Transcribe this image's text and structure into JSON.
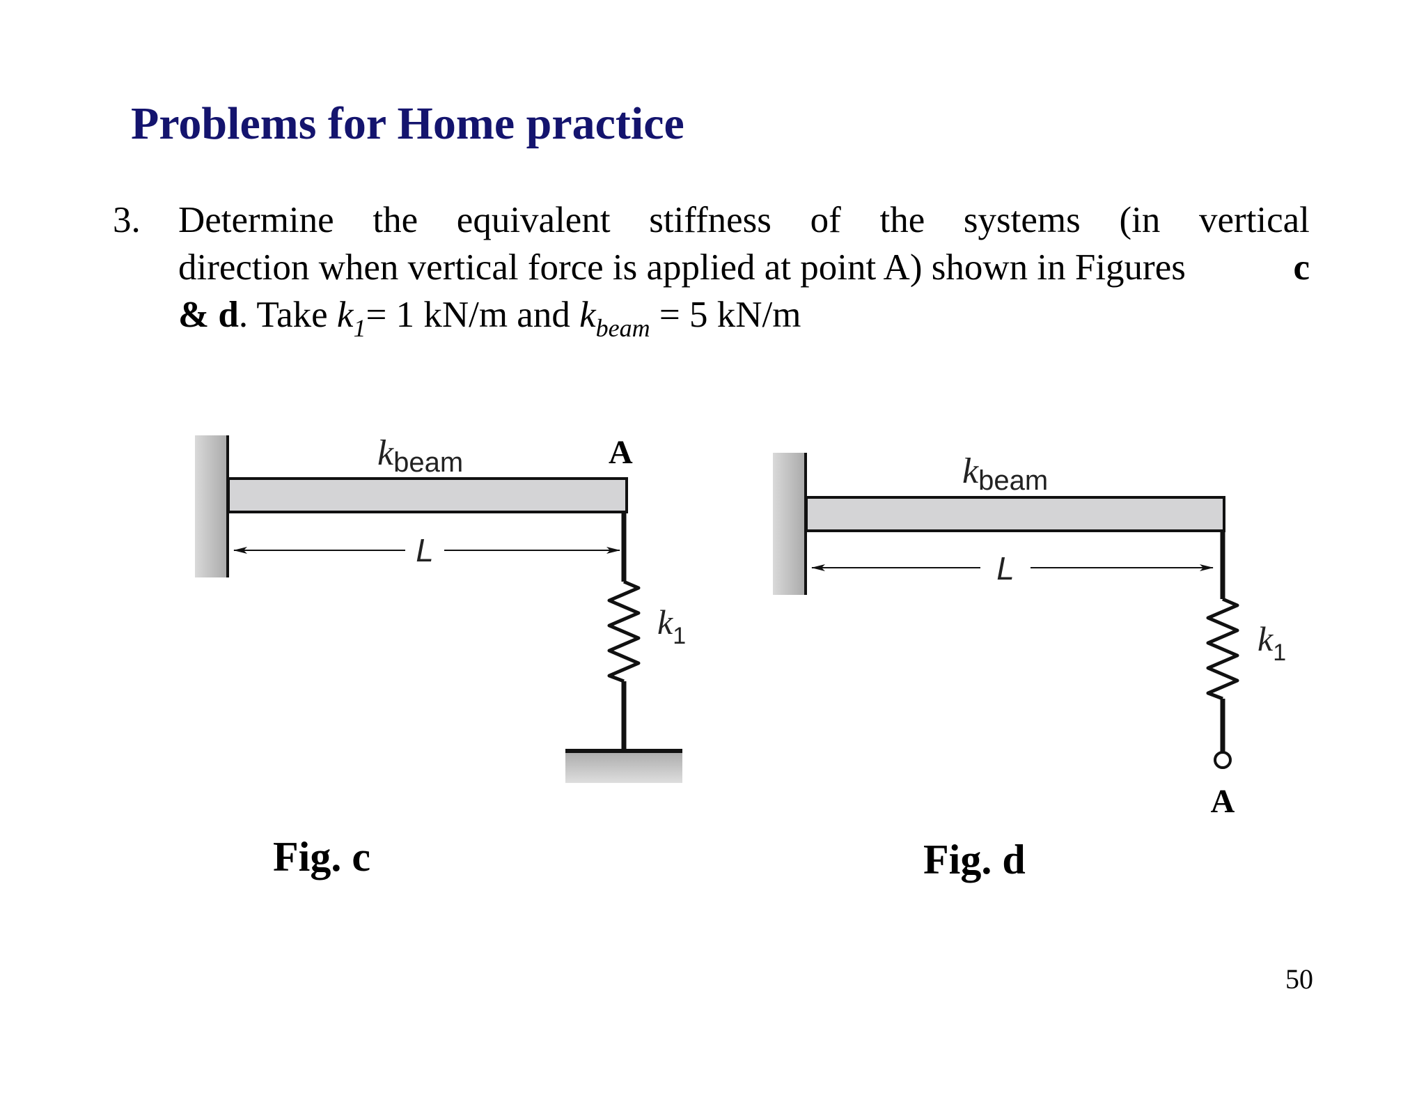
{
  "slide": {
    "title": "Problems for Home practice",
    "page_number": "50"
  },
  "problem": {
    "number": "3.",
    "line1_words": [
      "Determine",
      "the",
      "equivalent",
      "stiffness",
      "of",
      "the",
      "systems",
      "(in",
      "vertical"
    ],
    "line2_text": "direction when vertical force is applied at point A) shown in Figures",
    "line2_bold": "c",
    "line3_bold_amp": "&",
    "line3_bold_d": "d",
    "line3_text_a": ". Take ",
    "k1_symbol": "k",
    "k1_subscript": "1",
    "line3_text_b": "= 1 kN/m and ",
    "kbeam_symbol": "k",
    "kbeam_subscript": "beam",
    "line3_text_c": " = 5 kN/m"
  },
  "figures": {
    "fig_c": {
      "caption": "Fig. c",
      "beam_label_k": "k",
      "beam_label_sub": "beam",
      "length_label": "L",
      "point_label": "A",
      "spring_label_k": "k",
      "spring_label_sub": "1"
    },
    "fig_d": {
      "caption": "Fig. d",
      "beam_label_k": "k",
      "beam_label_sub": "beam",
      "length_label": "L",
      "point_label": "A",
      "spring_label_k": "k",
      "spring_label_sub": "1"
    }
  },
  "colors": {
    "title": "#14146e",
    "beam_fill": "#d4d4d6",
    "wall_fill": "#bfbfbf"
  }
}
